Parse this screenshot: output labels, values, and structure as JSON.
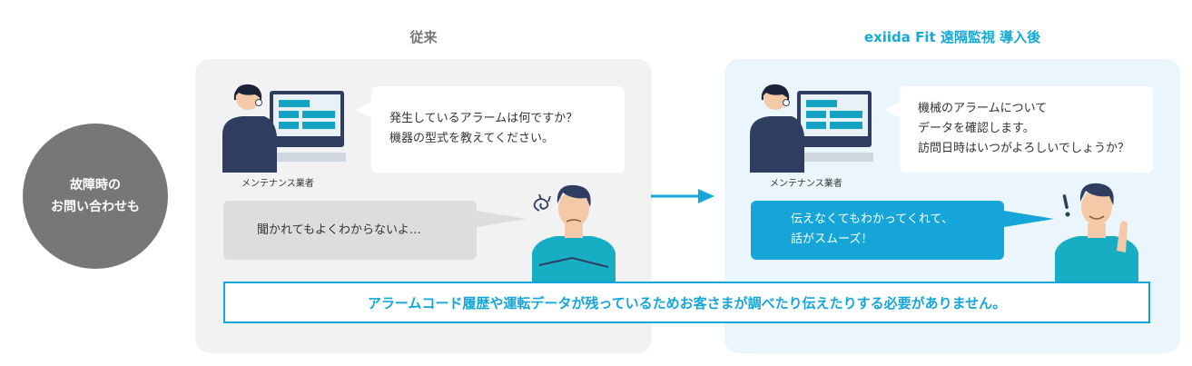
{
  "inquiry": {
    "line1": "故障時の",
    "line2": "お問い合わせも"
  },
  "before": {
    "heading": "従来",
    "technician_question": [
      "発生しているアラームは何ですか？",
      "機器の型式を教えてください。"
    ],
    "technician_label": "メンテナンス業者",
    "customer_reply": "聞かれてもよくわからないよ…"
  },
  "after": {
    "heading": "exiida Fit 遠隔監視 導入後",
    "technician_message": [
      "機械のアラームについて",
      "データを確認します。",
      "訪問日時はいつがよろしいでしょうか？"
    ],
    "technician_label": "メンテナンス業者",
    "customer_reply": [
      "伝えなくてもわかってくれて、",
      "話がスムーズ！"
    ]
  },
  "footer": {
    "text": "アラームコード履歴や運転データが残っているためお客さまが調べたり伝えたりする必要がありません。"
  },
  "colors": {
    "accent": "#16a5d9",
    "grey_circle": "#777777",
    "panel_before": "#f2f2f2",
    "panel_after": "#eaf6fb"
  }
}
